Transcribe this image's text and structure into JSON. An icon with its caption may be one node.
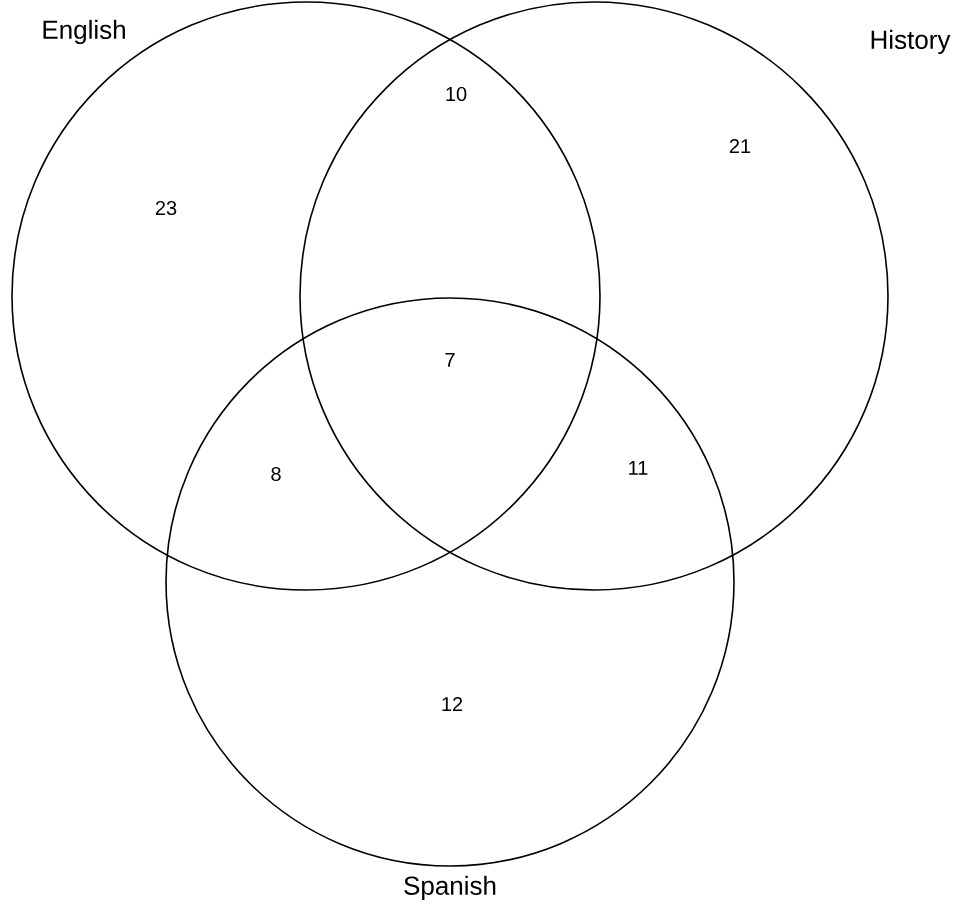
{
  "diagram": {
    "nodes": [
      {
        "text": [
          "English"
        ]
      },
      {
        "text": [
          "History"
        ]
      },
      {
        "text": [
          "Spanish"
        ]
      }
    ],
    "labels": [
      "10",
      "23",
      "21",
      "7",
      "8",
      "11",
      "12"
    ]
  }
}
